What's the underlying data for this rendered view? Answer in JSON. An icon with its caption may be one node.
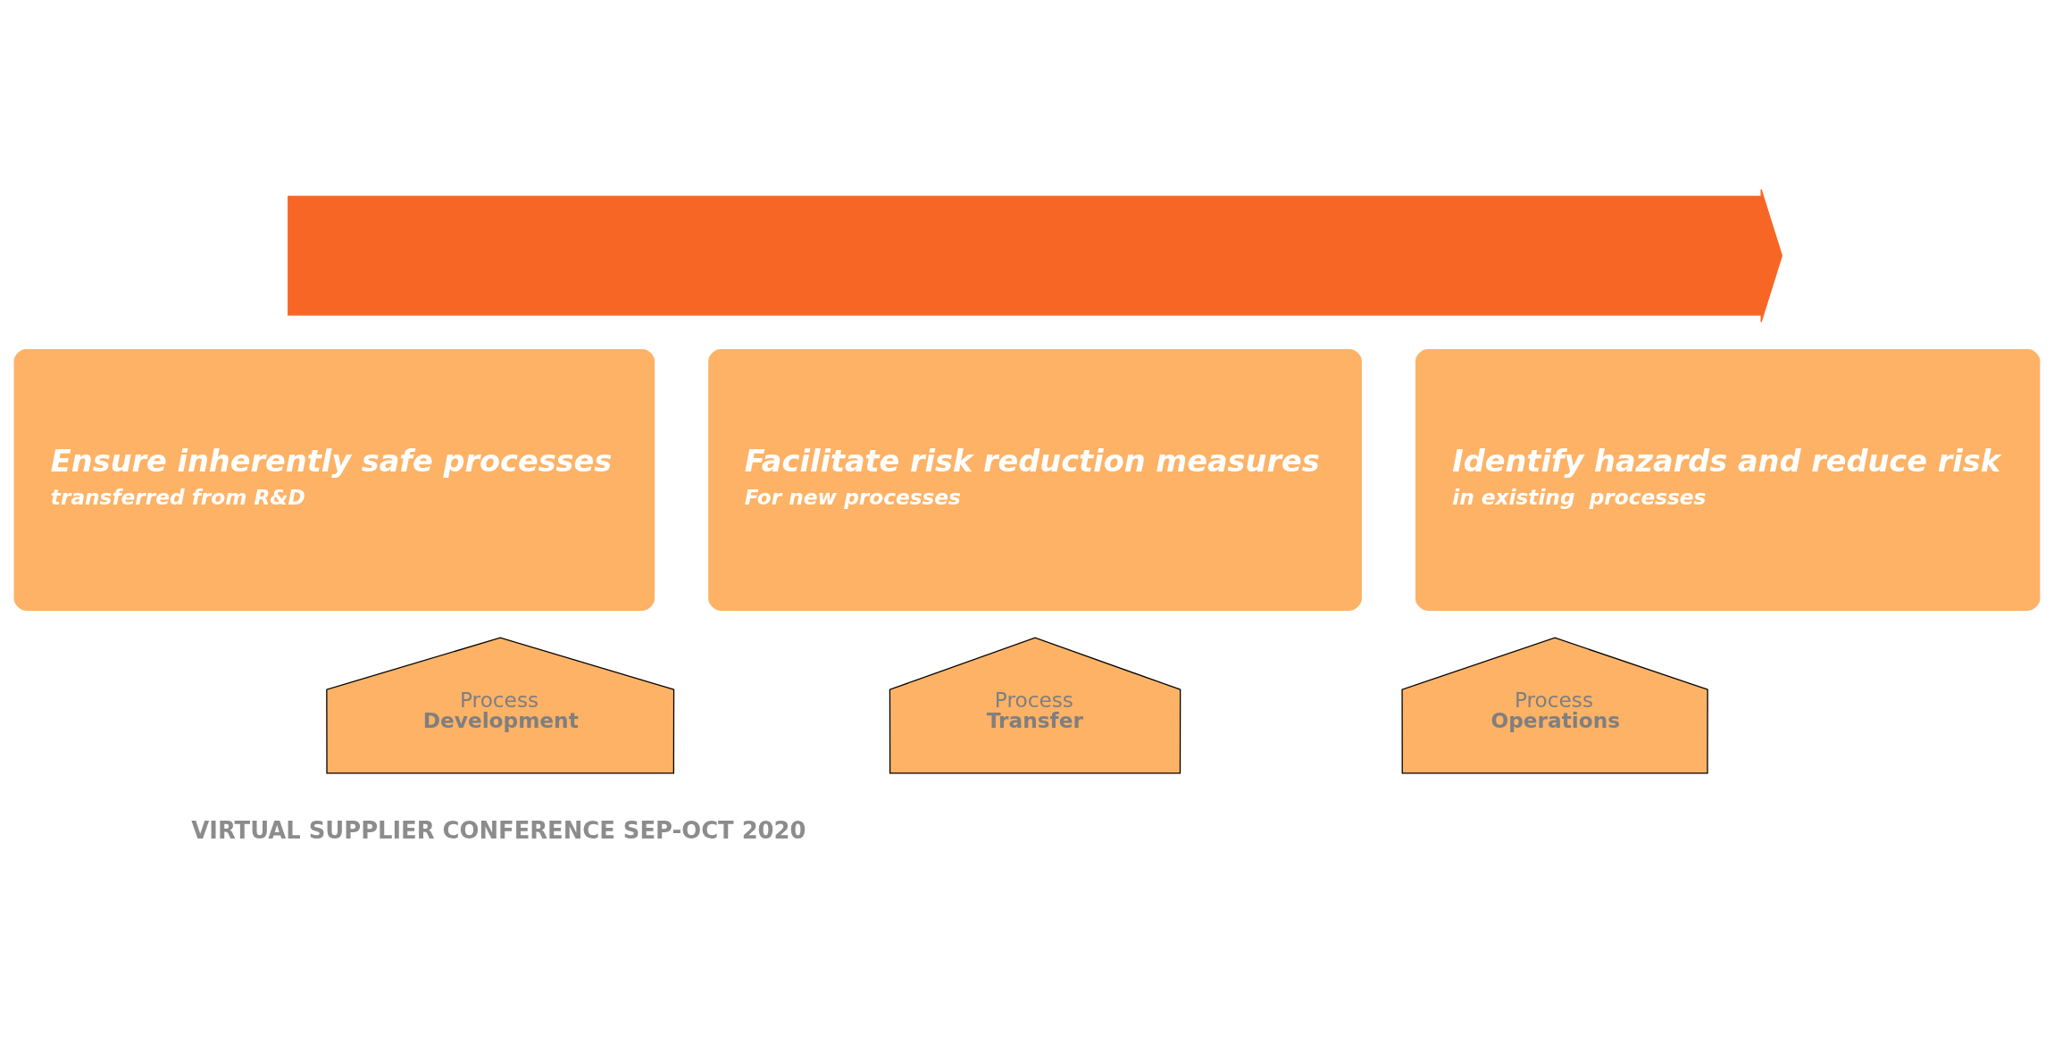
{
  "diagram": {
    "nodes": [
      {
        "text": [],
        "shape": "arrow"
      },
      {
        "text": [
          "Ensure inherently safe processes",
          "transferred from R&D"
        ]
      },
      {
        "text": [
          "Facilitate risk reduction measures",
          "For new processes"
        ]
      },
      {
        "text": [
          "Identify hazards and reduce risk",
          "in existing  processes"
        ]
      },
      {
        "text": [
          "Process",
          "Development"
        ]
      },
      {
        "text": [
          "Process",
          "Transfer"
        ]
      },
      {
        "text": [
          "Process",
          "Operations"
        ]
      }
    ],
    "labels": [
      "VIRTUAL SUPPLIER CONFERENCE SEP-OCT 2020"
    ]
  }
}
